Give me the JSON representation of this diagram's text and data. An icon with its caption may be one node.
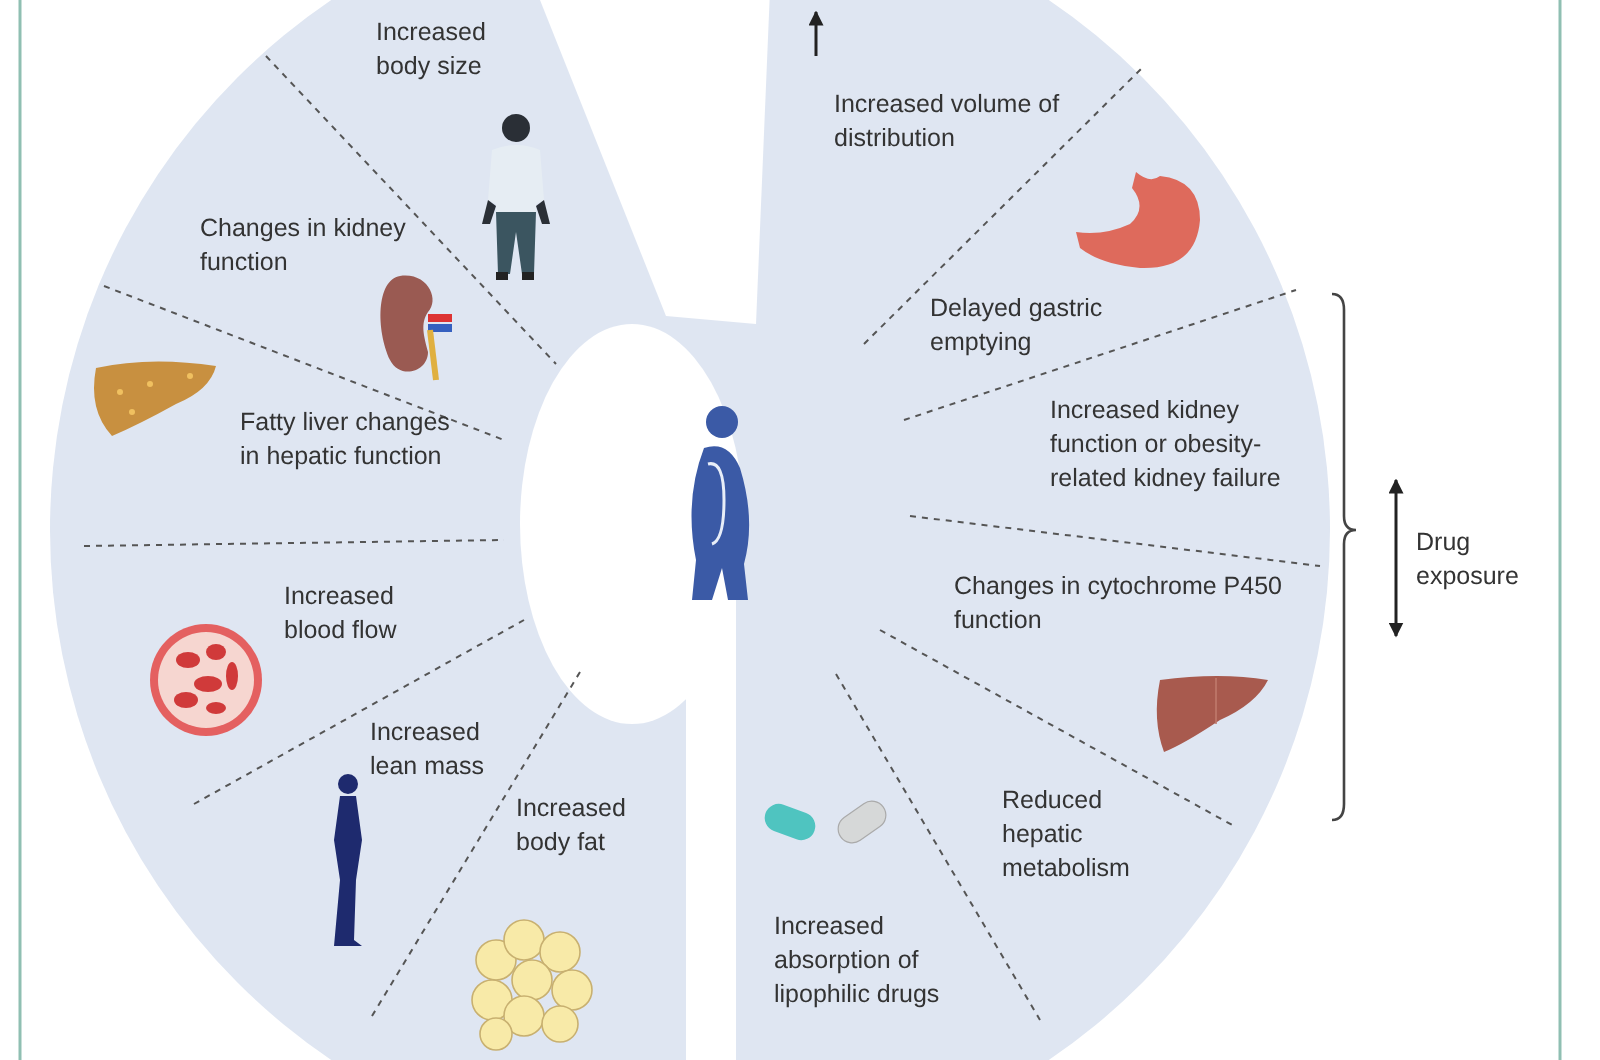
{
  "diagram": {
    "labels": [
      "Increased body size",
      "Changes in kidney function",
      "Fatty liver changes in hepatic function",
      "Increased blood flow",
      "Increased lean mass",
      "Increased body fat",
      "Increased volume of distribution",
      "Delayed gastric emptying",
      "Increased kidney function or obesity-related kidney failure",
      "Changes in cytochrome P450 function",
      "Reduced hepatic metabolism",
      "Increased absorption of lipophilic drugs",
      "Drug exposure"
    ]
  }
}
